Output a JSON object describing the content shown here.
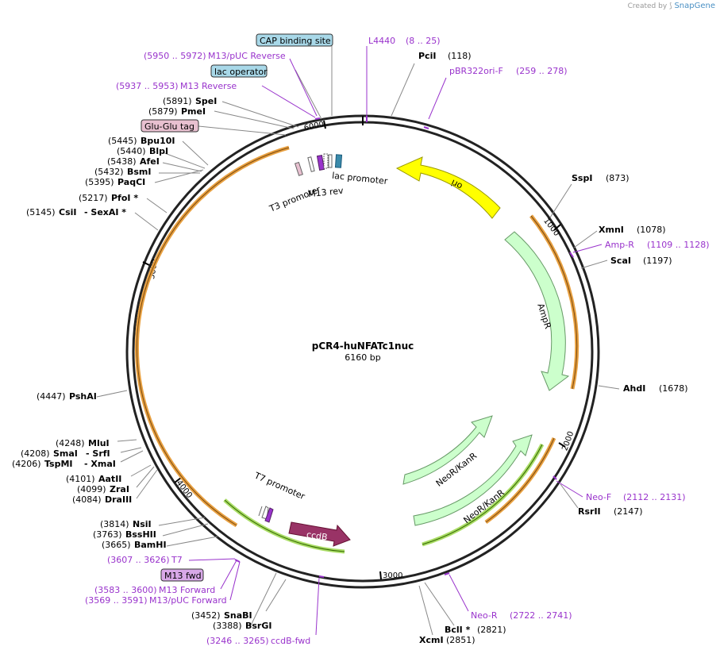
{
  "credit": {
    "prefix": "Created by",
    "brand": "SnapGene"
  },
  "plasmid": {
    "name": "pCR4-huNFATc1nuc",
    "length": "6160 bp",
    "total_bp": 6160
  },
  "ticks": [
    "1000",
    "2000",
    "3000",
    "4000",
    "5000",
    "6000"
  ],
  "enzymes": [
    {
      "name": "PciI",
      "pos": "(118)"
    },
    {
      "name": "SspI",
      "pos": "(873)"
    },
    {
      "name": "XmnI",
      "pos": "(1078)"
    },
    {
      "name": "ScaI",
      "pos": "(1197)"
    },
    {
      "name": "AhdI",
      "pos": "(1678)"
    },
    {
      "name": "RsrII",
      "pos": "(2147)"
    },
    {
      "name": "BclI *",
      "pos": "(2821)"
    },
    {
      "name": "XcmI",
      "pos": "(2851)"
    },
    {
      "name": "BsrGI",
      "pos": "(3388)"
    },
    {
      "name": "SnaBI",
      "pos": "(3452)"
    },
    {
      "name": "BamHI",
      "pos": "(3665)"
    },
    {
      "name": "BssHII",
      "pos": "(3763)"
    },
    {
      "name": "NsiI",
      "pos": "(3814)"
    },
    {
      "name": "DraIII",
      "pos": "(4084)"
    },
    {
      "name": "ZraI",
      "pos": "(4099)"
    },
    {
      "name": "AatII",
      "pos": "(4101)"
    },
    {
      "name": "TspMI",
      "pos": "(4206)",
      "extra": "- XmaI"
    },
    {
      "name": "SmaI",
      "pos": "(4208)",
      "extra": "- SrfI"
    },
    {
      "name": "MluI",
      "pos": "(4248)"
    },
    {
      "name": "PshAI",
      "pos": "(4447)"
    },
    {
      "name": "CsiI",
      "pos": "(5145)",
      "extra": "- SexAI *"
    },
    {
      "name": "PfoI *",
      "pos": "(5217)"
    },
    {
      "name": "PaqCI",
      "pos": "(5395)"
    },
    {
      "name": "BsmI",
      "pos": "(5432)"
    },
    {
      "name": "AfeI",
      "pos": "(5438)"
    },
    {
      "name": "BlpI",
      "pos": "(5440)"
    },
    {
      "name": "Bpu10I",
      "pos": "(5445)"
    },
    {
      "name": "PmeI",
      "pos": "(5879)"
    },
    {
      "name": "SpeI",
      "pos": "(5891)"
    }
  ],
  "primers": [
    {
      "name": "L4440",
      "range": "(8 .. 25)"
    },
    {
      "name": "pBR322ori-F",
      "range": "(259 .. 278)"
    },
    {
      "name": "Amp-R",
      "range": "(1109 .. 1128)"
    },
    {
      "name": "Neo-F",
      "range": "(2112 .. 2131)"
    },
    {
      "name": "Neo-R",
      "range": "(2722 .. 2741)"
    },
    {
      "name": "ccdB-fwd",
      "range": "(3246 .. 3265)"
    },
    {
      "name": "M13/pUC Forward",
      "range": "(3569 .. 3591)"
    },
    {
      "name": "M13 Forward",
      "range": "(3583 .. 3600)"
    },
    {
      "name": "T7",
      "range": "(3607 .. 3626)"
    },
    {
      "name": "M13 Reverse",
      "range": "(5937 .. 5953)"
    },
    {
      "name": "M13/pUC Reverse",
      "range": "(5950 .. 5972)"
    }
  ],
  "boxed_features": [
    {
      "name": "CAP binding site",
      "color": "#a8d8e8"
    },
    {
      "name": "lac operator",
      "color": "#a8d8e8"
    },
    {
      "name": "Glu-Glu tag",
      "color": "#e8c0d0"
    },
    {
      "name": "M13 fwd",
      "color": "#d8a8e8"
    }
  ],
  "features": [
    {
      "name": "ori",
      "color": "#ffff00"
    },
    {
      "name": "AmpR",
      "color": "#ccffcc"
    },
    {
      "name": "NeoR/KanR",
      "color": "#ccffcc"
    },
    {
      "name": "NeoR/KanR",
      "color": "#ccffcc"
    },
    {
      "name": "ccdB",
      "color": "#993366"
    },
    {
      "name": "T7 promoter",
      "color": "#ffffff"
    },
    {
      "name": "T3 promoter",
      "color": "#ffffff"
    },
    {
      "name": "M13 rev",
      "color": "#ffffff"
    },
    {
      "name": "lac promoter",
      "color": "#ffffff"
    }
  ],
  "colors": {
    "backbone": "#222222",
    "primer": "#9933cc",
    "orange_arc": "#e8a040",
    "green_arc": "#66aa33",
    "line": "#888888"
  }
}
